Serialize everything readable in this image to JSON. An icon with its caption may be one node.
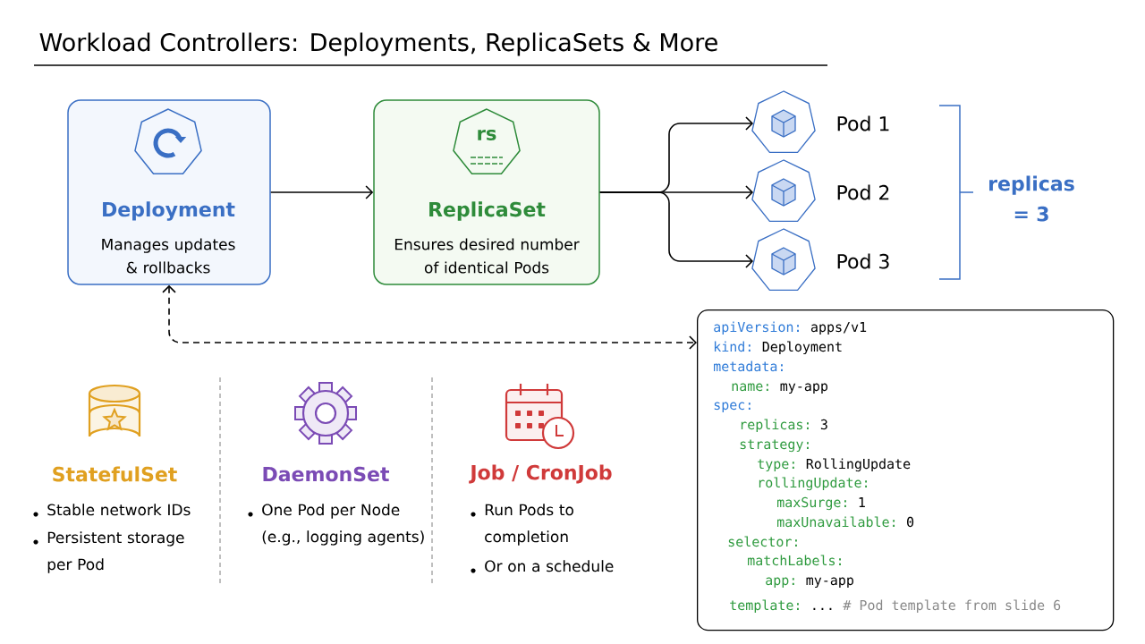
{
  "diagram": {
    "title": "Workload Controllers: Deployments, ReplicaSets & More",
    "nodes": [
      {
        "text": [
          "Deployment",
          "Manages updates & rollbacks"
        ]
      },
      {
        "text": [
          "rs",
          "ReplicaSet",
          "Ensures desired number of identical Pods"
        ]
      },
      {
        "text": [],
        "shape": "heptagon",
        "beside": [
          "Pod 1"
        ]
      },
      {
        "text": [],
        "shape": "heptagon",
        "beside": [
          "Pod 2"
        ]
      },
      {
        "text": [],
        "shape": "heptagon",
        "beside": [
          "Pod 3"
        ]
      },
      {
        "text": [
          "apiVersion:",
          "apps/v1",
          "kind:",
          "Deployment",
          "metadata:",
          "name:",
          "my-app",
          "spec:",
          "replicas:",
          "3",
          "strategy:",
          "type:",
          "RollingUpdate",
          "rollingUpdate:",
          "maxSurge:",
          "1",
          "maxUnavailable:",
          "0",
          "selector:",
          "matchLabels:",
          "app:",
          "my-app",
          "template:",
          "...",
          "# Pod template from slide 6"
        ]
      }
    ],
    "edges": [
      {
        "from": 0,
        "to": 1,
        "arrow": "to"
      },
      {
        "from": 1,
        "to": 2,
        "arrow": "to"
      },
      {
        "from": 1,
        "to": 3,
        "arrow": "to"
      },
      {
        "from": 1,
        "to": 4,
        "arrow": "to"
      },
      {
        "from": 0,
        "to": 5,
        "arrow": "both",
        "style": "dashed"
      }
    ],
    "labels": [
      "replicas = 3",
      "StatefulSet",
      "Stable network IDs",
      "Persistent storage per Pod",
      "DaemonSet",
      "One Pod per Node (e.g., logging agents)",
      "Job / CronJob",
      "Run Pods to completion",
      "Or on a schedule"
    ]
  }
}
